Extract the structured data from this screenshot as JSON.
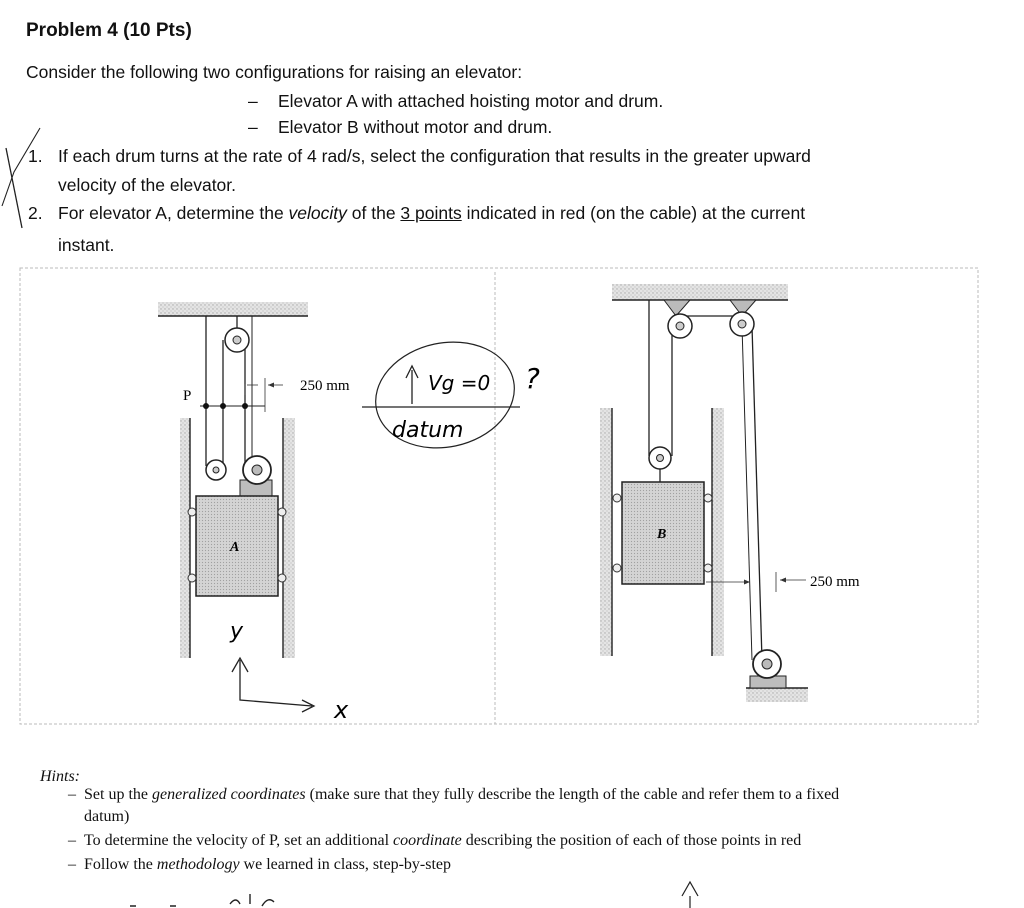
{
  "problem": {
    "title": "Problem 4 (10 Pts)",
    "intro": "Consider the following two configurations for raising an elevator:",
    "options": [
      {
        "dash": "–",
        "text": "Elevator A with attached hoisting motor and drum."
      },
      {
        "dash": "–",
        "text": "Elevator B without motor and drum."
      }
    ],
    "questions": [
      {
        "num": "1.",
        "line1": "If each drum turns at the rate of 4 rad/s, select the configuration that results in the greater upward",
        "line2": "velocity of the elevator."
      },
      {
        "num": "2.",
        "pre": "For elevator A, determine the ",
        "em": "velocity",
        "mid": " of the ",
        "u": "3 points",
        "post": " indicated in red (on the cable) at the current",
        "line2": "instant."
      }
    ]
  },
  "figure": {
    "left": {
      "label_P": "P",
      "label_A": "A",
      "dimension": "250 mm"
    },
    "right": {
      "label_B": "B",
      "dimension": "250 mm"
    }
  },
  "handwriting": {
    "vg": "Vg =0",
    "question_mark": "?",
    "datum": "datum",
    "y_axis": "y",
    "x_axis": "x"
  },
  "hints": {
    "heading": "Hints:",
    "items": [
      {
        "dash": "–",
        "parts": [
          [
            "Set up the ",
            ""
          ],
          [
            "generalized coordinates",
            "em"
          ],
          [
            " (make sure that they fully describe the length of the cable and refer them to a fixed",
            ""
          ]
        ],
        "line2": "datum)"
      },
      {
        "dash": "–",
        "parts": [
          [
            "To determine the velocity of P, set an additional ",
            ""
          ],
          [
            "coordinate",
            "em"
          ],
          [
            " describing the position of each of those points in red",
            ""
          ]
        ]
      },
      {
        "dash": "–",
        "parts": [
          [
            "Follow the ",
            ""
          ],
          [
            "methodology",
            "em"
          ],
          [
            " we learned in class, step-by-step",
            ""
          ]
        ]
      }
    ]
  },
  "colors": {
    "ink": "#111111",
    "hatch": "#cfcfcf",
    "box": "#d9d9d9"
  }
}
